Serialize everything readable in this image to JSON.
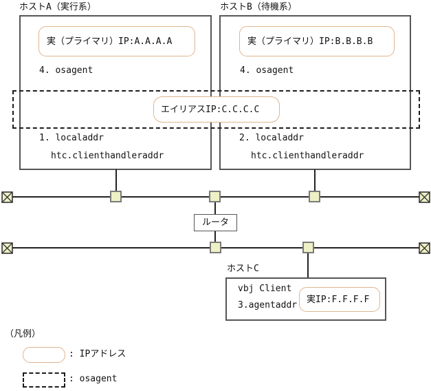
{
  "colors": {
    "accent-tan": "#dfb48e",
    "node-fill": "#eef0c6",
    "node-border": "#7a7a7a",
    "box-border": "#555555",
    "line": "#222222"
  },
  "hosts": {
    "a": {
      "title": "ホストA（実行系）",
      "primary_ip": "実（プライマリ）IP:A.A.A.A",
      "osagent": "4. osagent",
      "localaddr": "1. localaddr",
      "handler": "htc.clienthandleraddr"
    },
    "b": {
      "title": "ホストB（待機系）",
      "primary_ip": "実（プライマリ）IP:B.B.B.B",
      "osagent": "4. osagent",
      "localaddr": "2. localaddr",
      "handler": "htc.clienthandleraddr"
    },
    "c": {
      "title": "ホストC",
      "client": "vbj Client",
      "agentaddr": "3.agentaddr",
      "real_ip": "実IP:F.F.F.F"
    }
  },
  "alias_ip": "エイリアスIP:C.C.C.C",
  "router_label": "ルータ",
  "legend": {
    "title": "（凡例）",
    "ip_label": ": IPアドレス",
    "osagent_label": ": osagent"
  }
}
